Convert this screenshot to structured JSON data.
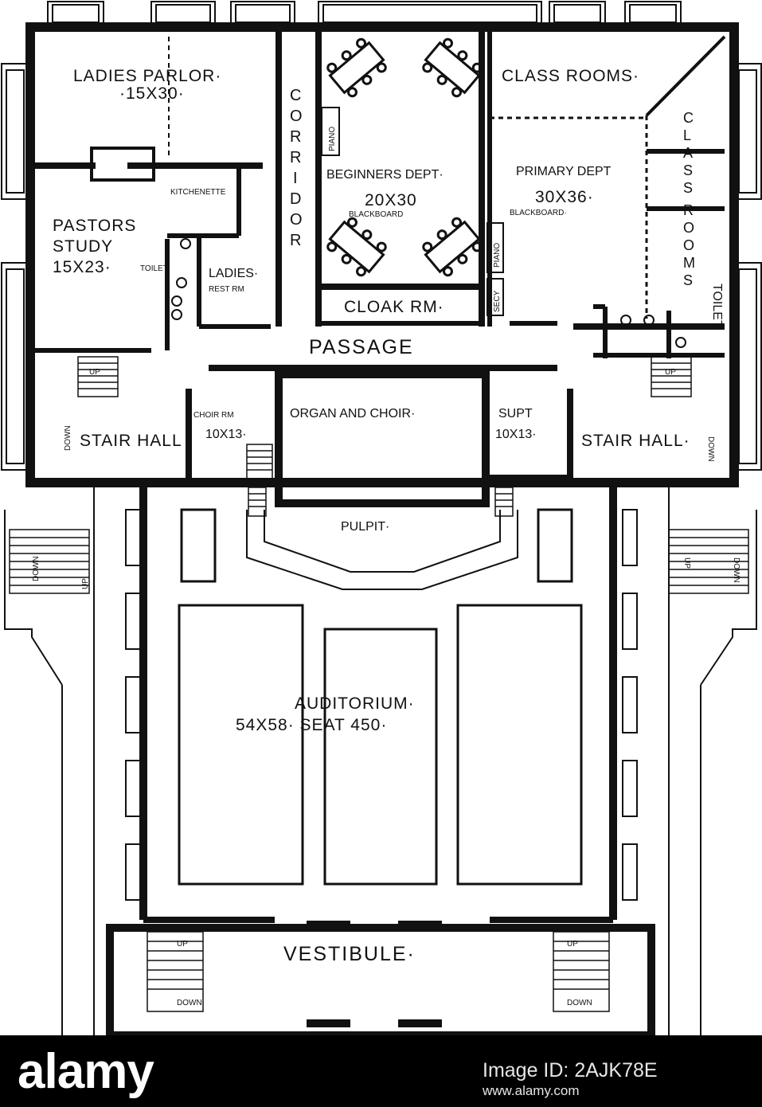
{
  "plan": {
    "rooms": {
      "ladies_parlor": "LADIES PARLOR·",
      "ladies_parlor_size": "·15X30·",
      "corridor": [
        "C",
        "O",
        "R",
        "R",
        "I",
        "D",
        "O",
        "R"
      ],
      "class_rooms_top": "CLASS ROOMS·",
      "class_rooms_side": [
        "C",
        "L",
        "A",
        "S",
        "S",
        "R",
        "O",
        "O",
        "M",
        "S"
      ],
      "kitchenette": "KITCHENETTE",
      "pastors_study": "PASTORS",
      "pastors_study_2": "STUDY",
      "pastors_study_size": "15X23·",
      "toilet_left": "TOILET·",
      "ladies_rest": "LADIES·",
      "ladies_rest_2": "REST RM",
      "beginners": "BEGINNERS DEPT·",
      "beginners_size": "20X30",
      "blackboard_left": "BLACKBOARD",
      "primary": "PRIMARY DEPT",
      "primary_size": "30X36·",
      "blackboard_right": "BLACKBOARD·",
      "piano_left": "PIANO",
      "piano_right": "PIANO",
      "secy": "SECY",
      "cloak_room": "CLOAK RM·",
      "toilet_right": "TOILET",
      "passage": "PASSAGE",
      "stair_hall_left": "STAIR HALL",
      "stair_hall_right": "STAIR HALL·",
      "choir_room": "CHOIR RM",
      "choir_room_size": "10X13·",
      "organ_choir": "ORGAN AND CHOIR·",
      "supt": "SUPT",
      "supt_size": "10X13·",
      "pulpit": "PULPIT·",
      "auditorium": "AUDITORIUM·",
      "auditorium_size": "54X58· SEAT 450·",
      "vestibule": "VESTIBULE·"
    },
    "stair_marks": {
      "up": "UP",
      "down": "DOWN"
    }
  },
  "footer": {
    "brand": "alamy",
    "stock_id": "Image ID: 2AJK78E",
    "stock_url": "www.alamy.com"
  },
  "colors": {
    "ink": "#111111",
    "paper": "#ffffff",
    "footer_bg": "#000000",
    "footer_text": "#ffffff"
  }
}
